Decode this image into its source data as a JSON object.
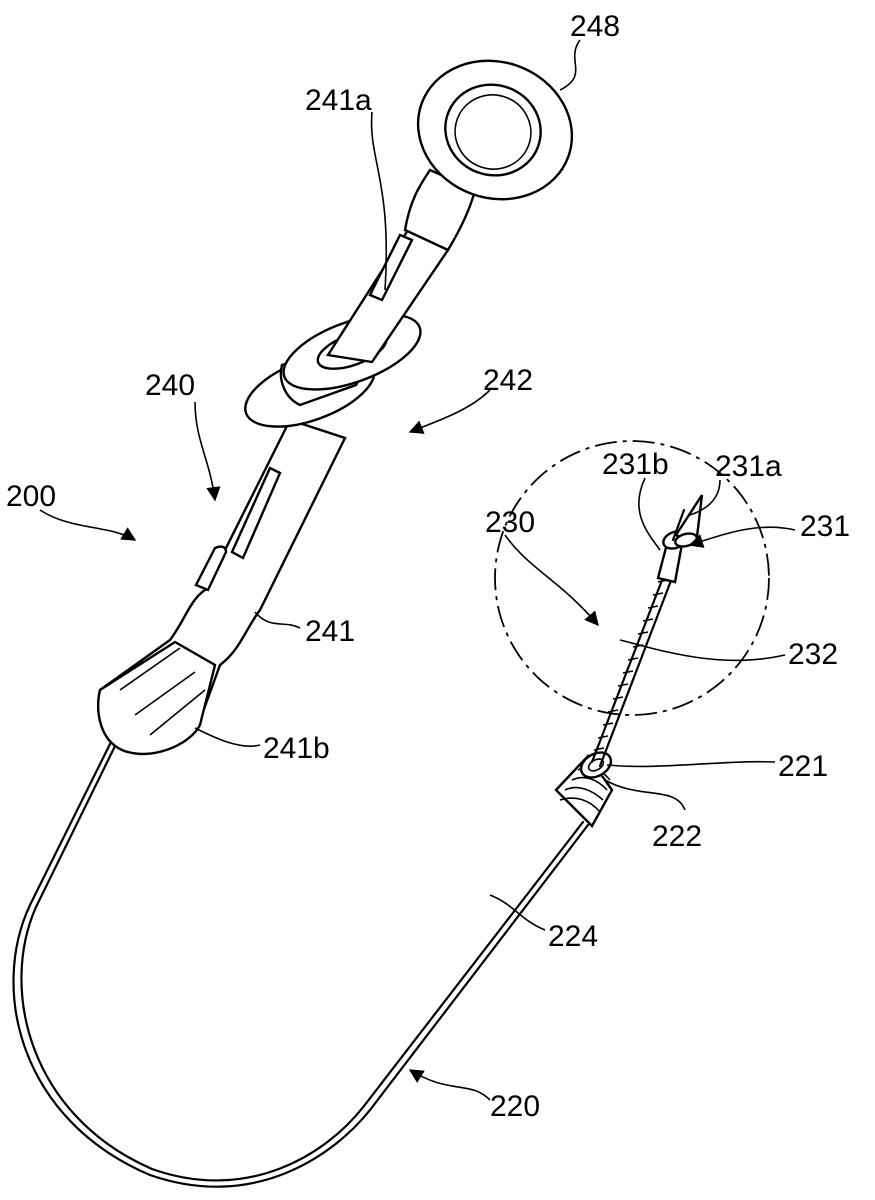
{
  "figure": {
    "labels": {
      "l248": "248",
      "l241a": "241a",
      "l242": "242",
      "l240": "240",
      "l200": "200",
      "l231b": "231b",
      "l231a": "231a",
      "l230": "230",
      "l231": "231",
      "l241": "241",
      "l232": "232",
      "l241b": "241b",
      "l221": "221",
      "l222": "222",
      "l224": "224",
      "l220": "220"
    }
  }
}
